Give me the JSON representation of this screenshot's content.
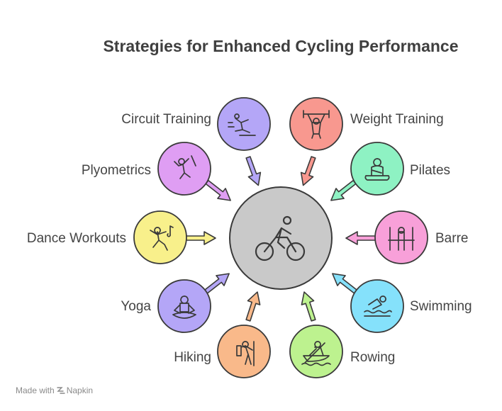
{
  "title": "Strategies for Enhanced Cycling Performance",
  "center": {
    "icon": "cyclist-icon",
    "color": "#c9c9c9"
  },
  "items": [
    {
      "label": "Circuit Training",
      "icon": "circuit-training-icon",
      "color": "#b4a6f7"
    },
    {
      "label": "Weight Training",
      "icon": "weightlifter-icon",
      "color": "#f8988f"
    },
    {
      "label": "Plyometrics",
      "icon": "plyometrics-jump-icon",
      "color": "#df9ef3"
    },
    {
      "label": "Pilates",
      "icon": "pilates-icon",
      "color": "#8ef2c3"
    },
    {
      "label": "Dance Workouts",
      "icon": "dancer-icon",
      "color": "#f8f08b"
    },
    {
      "label": "Barre",
      "icon": "barre-icon",
      "color": "#f8a0d9"
    },
    {
      "label": "Yoga",
      "icon": "yoga-meditation-icon",
      "color": "#b4a6f7"
    },
    {
      "label": "Swimming",
      "icon": "swimmer-icon",
      "color": "#85e1fb"
    },
    {
      "label": "Hiking",
      "icon": "hiker-icon",
      "color": "#f9b98a"
    },
    {
      "label": "Rowing",
      "icon": "rowing-icon",
      "color": "#bdf28f"
    }
  ],
  "footer": {
    "made_with": "Made with",
    "brand": "Napkin"
  }
}
